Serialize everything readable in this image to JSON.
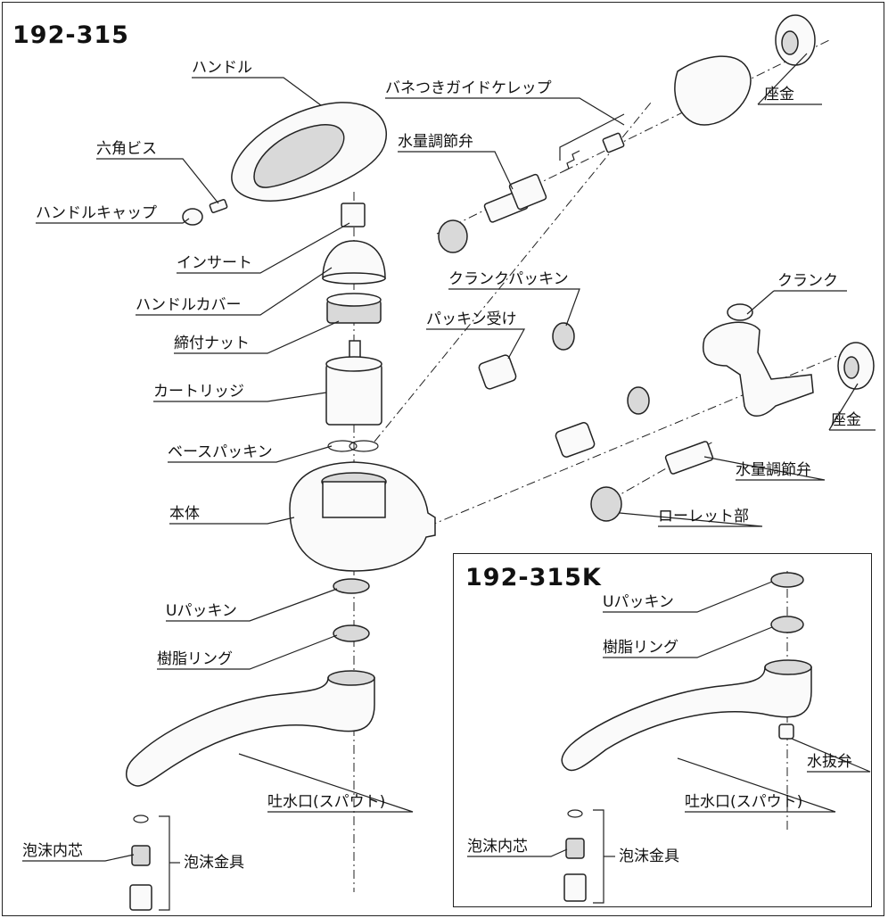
{
  "diagram": {
    "model_main": "192-315",
    "model_inset": "192-315K",
    "labels": {
      "handle": "ハンドル",
      "hex_screw": "六角ビス",
      "handle_cap": "ハンドルキャップ",
      "insert": "インサート",
      "handle_cover": "ハンドルカバー",
      "tightening_nut": "締付ナット",
      "cartridge": "カートリッジ",
      "base_packing": "ベースパッキン",
      "body": "本体",
      "u_packing": "Uパッキン",
      "resin_ring": "樹脂リング",
      "spout": "吐水口(スパウト)",
      "foam_core": "泡沫内芯",
      "foam_fitting": "泡沫金具",
      "spring_guide_cap": "バネつきガイドケレップ",
      "flow_valve_top": "水量調節弁",
      "washer_top": "座金",
      "crank_packing": "クランクパッキン",
      "packing_holder": "パッキン受け",
      "crank": "クランク",
      "washer_right": "座金",
      "flow_valve_right": "水量調節弁",
      "knurl": "ローレット部",
      "k_u_packing": "Uパッキン",
      "k_resin_ring": "樹脂リング",
      "k_drain_valve": "水抜弁",
      "k_spout": "吐水口(スパウト)",
      "k_foam_core": "泡沫内芯",
      "k_foam_fitting": "泡沫金具"
    }
  }
}
